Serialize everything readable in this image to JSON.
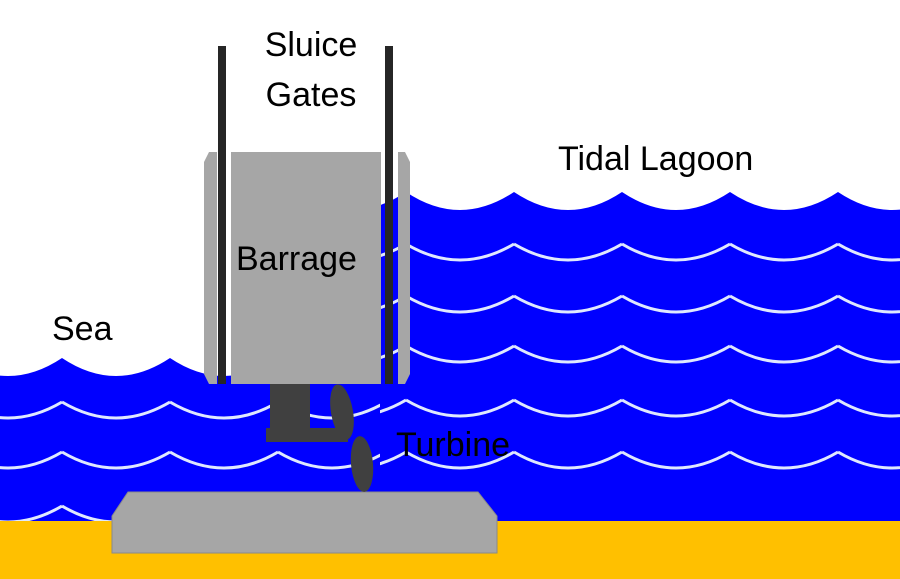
{
  "labels": {
    "sluice_line1": "Sluice",
    "sluice_line2": "Gates",
    "tidal_lagoon": "Tidal Lagoon",
    "barrage": "Barrage",
    "sea": "Sea",
    "turbine": "Turbine"
  },
  "colors": {
    "water": "#0000ff",
    "wave_highlight": "#dfe8ff",
    "seabed": "#ffc000",
    "barrage": "#a6a6a6",
    "barrage_edge": "#8a8a8a",
    "gate_rod": "#262626",
    "turbine": "#404040",
    "background": "#ffffff"
  }
}
